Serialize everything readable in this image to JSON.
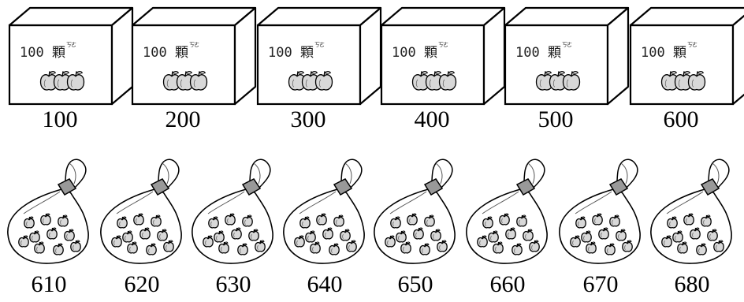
{
  "boxes": [
    {
      "label": "100 顆",
      "ruby": "ㄎㄜ",
      "number": "100"
    },
    {
      "label": "100 顆",
      "ruby": "ㄎㄜ",
      "number": "200"
    },
    {
      "label": "100 顆",
      "ruby": "ㄎㄜ",
      "number": "300"
    },
    {
      "label": "100 顆",
      "ruby": "ㄎㄜ",
      "number": "400"
    },
    {
      "label": "100 顆",
      "ruby": "ㄎㄜ",
      "number": "500"
    },
    {
      "label": "100 顆",
      "ruby": "ㄎㄜ",
      "number": "600"
    }
  ],
  "bags": [
    {
      "number": "610",
      "apples": 10
    },
    {
      "number": "620",
      "apples": 10
    },
    {
      "number": "630",
      "apples": 10
    },
    {
      "number": "640",
      "apples": 10
    },
    {
      "number": "650",
      "apples": 10
    },
    {
      "number": "660",
      "apples": 10
    },
    {
      "number": "670",
      "apples": 10
    },
    {
      "number": "680",
      "apples": 10
    }
  ],
  "colors": {
    "stroke": "#000000",
    "apple_fill": "#d8d8d8",
    "knot_fill": "#999999"
  },
  "icons": {
    "box": "cube-box-icon",
    "apple": "apple-icon",
    "bag": "apple-bag-icon"
  }
}
